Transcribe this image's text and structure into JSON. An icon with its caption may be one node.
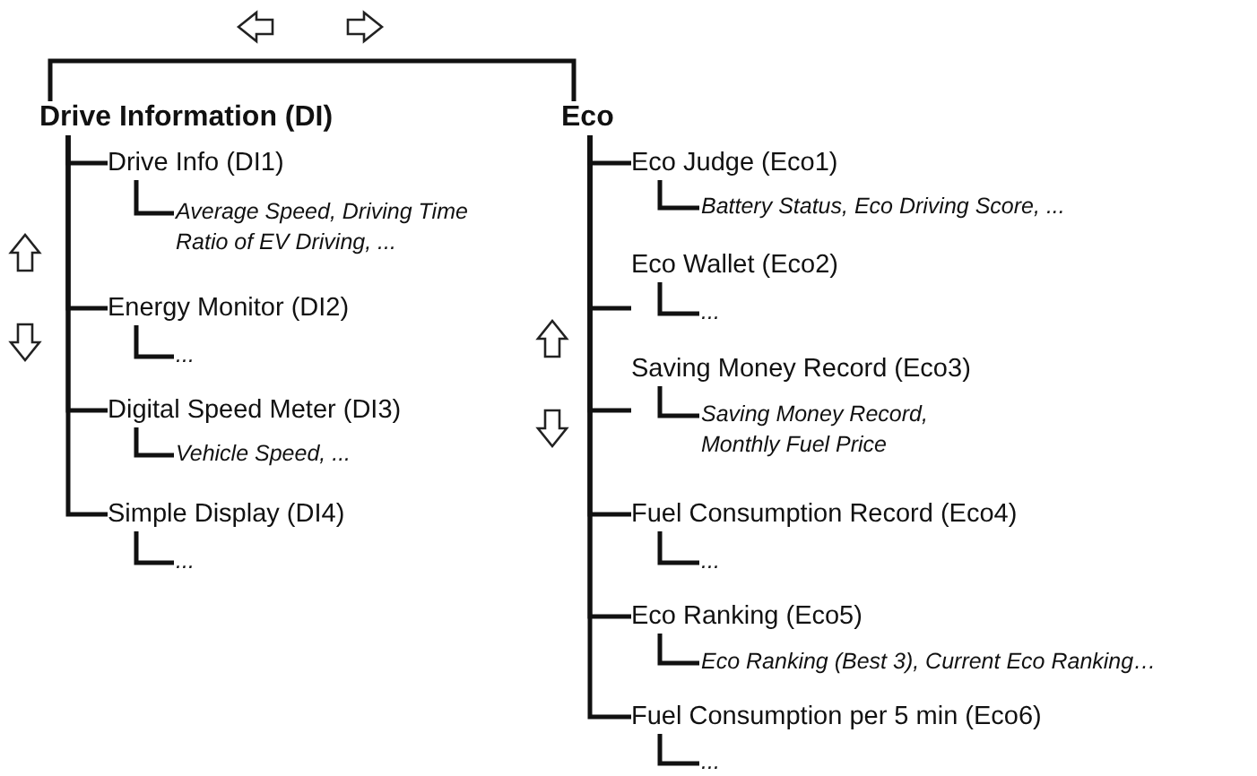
{
  "diagram": {
    "nodes": [
      {
        "text": [
          "Drive Information (DI)"
        ]
      },
      {
        "text": [
          "Drive Info (DI1)"
        ]
      },
      {
        "text": [
          "Average Speed, Driving Time Ratio of EV Driving, ..."
        ]
      },
      {
        "text": [
          "Energy Monitor (DI2)"
        ]
      },
      {
        "text": [
          "..."
        ]
      },
      {
        "text": [
          "Digital Speed Meter (DI3)"
        ]
      },
      {
        "text": [
          "Vehicle Speed, ..."
        ]
      },
      {
        "text": [
          "Simple Display (DI4)"
        ]
      },
      {
        "text": [
          "..."
        ]
      },
      {
        "text": [
          "Eco"
        ]
      },
      {
        "text": [
          "Eco Judge (Eco1)"
        ]
      },
      {
        "text": [
          "Battery Status, Eco Driving Score, ..."
        ]
      },
      {
        "text": [
          "Eco Wallet (Eco2)"
        ]
      },
      {
        "text": [
          "..."
        ]
      },
      {
        "text": [
          "Saving Money Record (Eco3)"
        ]
      },
      {
        "text": [
          "Saving Money Record, Monthly Fuel Price"
        ]
      },
      {
        "text": [
          "Fuel Consumption Record (Eco4)"
        ]
      },
      {
        "text": [
          "..."
        ]
      },
      {
        "text": [
          "Eco Ranking (Eco5)"
        ]
      },
      {
        "text": [
          "Eco Ranking (Best 3), Current Eco Ranking…"
        ]
      },
      {
        "text": [
          "Fuel Consumption per 5 min (Eco6)"
        ]
      },
      {
        "text": [
          "..."
        ]
      }
    ],
    "edges": [
      {
        "from": 0,
        "to": 9,
        "arrow": "none"
      },
      {
        "from": 0,
        "to": 1,
        "arrow": "none"
      },
      {
        "from": 1,
        "to": 2,
        "arrow": "none"
      },
      {
        "from": 0,
        "to": 3,
        "arrow": "none"
      },
      {
        "from": 3,
        "to": 4,
        "arrow": "none"
      },
      {
        "from": 0,
        "to": 5,
        "arrow": "none"
      },
      {
        "from": 5,
        "to": 6,
        "arrow": "none"
      },
      {
        "from": 0,
        "to": 7,
        "arrow": "none"
      },
      {
        "from": 7,
        "to": 8,
        "arrow": "none"
      },
      {
        "from": 9,
        "to": 10,
        "arrow": "none"
      },
      {
        "from": 10,
        "to": 11,
        "arrow": "none"
      },
      {
        "from": 9,
        "to": 12,
        "arrow": "none"
      },
      {
        "from": 12,
        "to": 13,
        "arrow": "none"
      },
      {
        "from": 9,
        "to": 14,
        "arrow": "none"
      },
      {
        "from": 14,
        "to": 15,
        "arrow": "none"
      },
      {
        "from": 9,
        "to": 16,
        "arrow": "none"
      },
      {
        "from": 16,
        "to": 17,
        "arrow": "none"
      },
      {
        "from": 9,
        "to": 18,
        "arrow": "none"
      },
      {
        "from": 18,
        "to": 19,
        "arrow": "none"
      },
      {
        "from": 9,
        "to": 20,
        "arrow": "none"
      },
      {
        "from": 20,
        "to": 21,
        "arrow": "none"
      }
    ]
  }
}
